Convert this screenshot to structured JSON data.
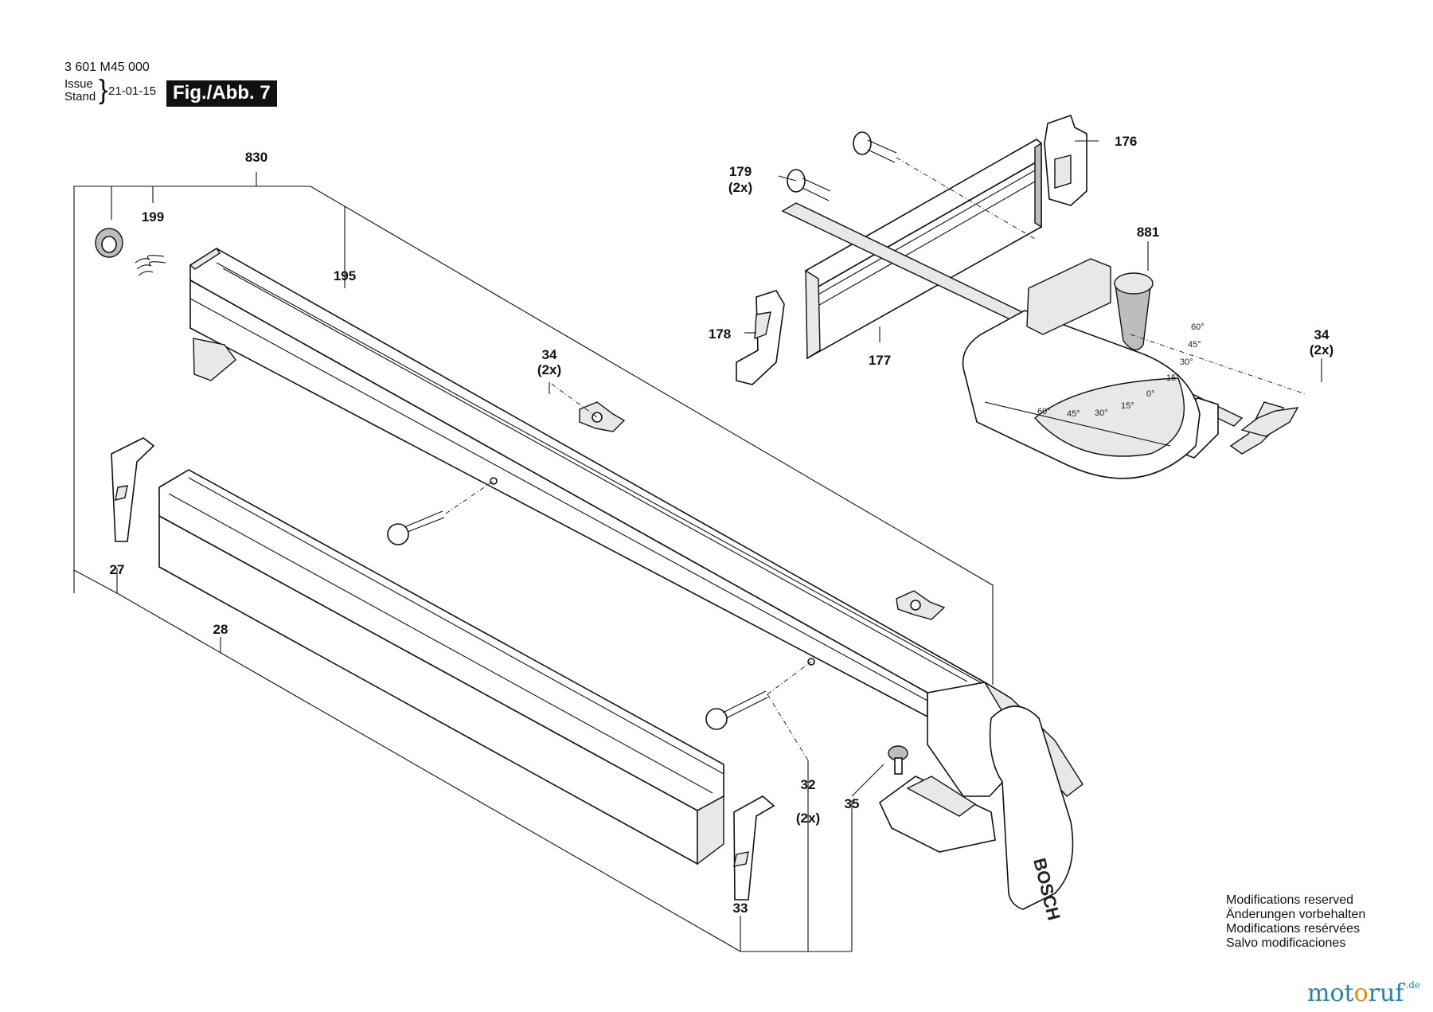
{
  "header": {
    "doc_number": "3 601 M45 000",
    "issue_label": "Issue",
    "stand_label": "Stand",
    "issue_date": "21-01-15",
    "figure_label": "Fig./Abb. 7"
  },
  "parts": [
    {
      "id": "p830",
      "label": "830"
    },
    {
      "id": "p199",
      "label": "199"
    },
    {
      "id": "p195",
      "label": "195"
    },
    {
      "id": "p34a",
      "label": "34"
    },
    {
      "id": "p34a_qty",
      "label": "(2x)"
    },
    {
      "id": "p27",
      "label": "27"
    },
    {
      "id": "p28",
      "label": "28"
    },
    {
      "id": "p32",
      "label": "32"
    },
    {
      "id": "p32_qty",
      "label": "(2x)"
    },
    {
      "id": "p35",
      "label": "35"
    },
    {
      "id": "p33",
      "label": "33"
    },
    {
      "id": "p179",
      "label": "179"
    },
    {
      "id": "p179_qty",
      "label": "(2x)"
    },
    {
      "id": "p176",
      "label": "176"
    },
    {
      "id": "p881",
      "label": "881"
    },
    {
      "id": "p178",
      "label": "178"
    },
    {
      "id": "p177",
      "label": "177"
    },
    {
      "id": "p34b",
      "label": "34"
    },
    {
      "id": "p34b_qty",
      "label": "(2x)"
    }
  ],
  "scale_marks": [
    "60°",
    "45°",
    "30°",
    "15°",
    "0°",
    "15°",
    "30°",
    "45°",
    "60°"
  ],
  "brand_mark": "BOSCH",
  "notes": [
    "Modifications reserved",
    "Änderungen vorbehalten",
    "Modifications resérvées",
    "Salvo modificaciones"
  ],
  "site_logo": {
    "text_a": "mot",
    "text_o": "o",
    "text_b": "ruf",
    "tld": ".de"
  }
}
